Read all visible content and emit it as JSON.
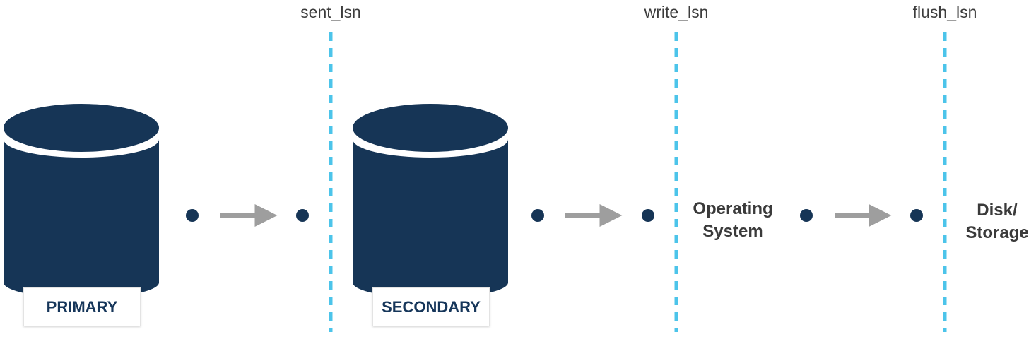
{
  "colors": {
    "database": "#163556",
    "dot": "#163556",
    "arrow": "#9e9e9e",
    "lsn_line": "#4cc4ea",
    "label_text": "#3d3d3d",
    "badge_text": "#16365a"
  },
  "lsn_markers": [
    {
      "label": "sent_lsn"
    },
    {
      "label": "write_lsn"
    },
    {
      "label": "flush_lsn"
    }
  ],
  "databases": [
    {
      "label": "PRIMARY",
      "icon": "database-cylinder-icon"
    },
    {
      "label": "SECONDARY",
      "icon": "database-cylinder-icon"
    }
  ],
  "stages": [
    {
      "label": "Operating\nSystem"
    },
    {
      "label": "Disk/\nStorage"
    }
  ],
  "flow_arrows": [
    {
      "icon": "arrow-right-icon"
    },
    {
      "icon": "arrow-right-icon"
    },
    {
      "icon": "arrow-right-icon"
    }
  ]
}
